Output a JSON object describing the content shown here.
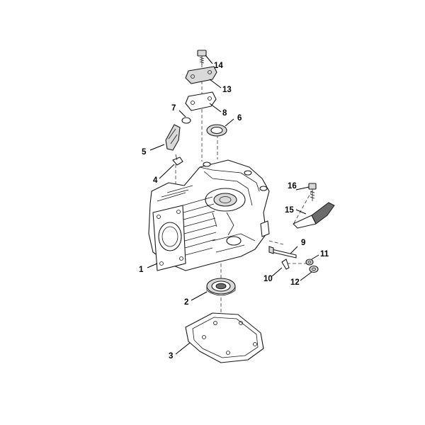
{
  "callouts": [
    {
      "id": "1",
      "label": "1"
    },
    {
      "id": "2",
      "label": "2"
    },
    {
      "id": "3",
      "label": "3"
    },
    {
      "id": "4",
      "label": "4"
    },
    {
      "id": "5",
      "label": "5"
    },
    {
      "id": "6",
      "label": "6"
    },
    {
      "id": "7",
      "label": "7"
    },
    {
      "id": "8",
      "label": "8"
    },
    {
      "id": "9",
      "label": "9"
    },
    {
      "id": "10",
      "label": "10"
    },
    {
      "id": "11",
      "label": "11"
    },
    {
      "id": "12",
      "label": "12"
    },
    {
      "id": "13",
      "label": "13"
    },
    {
      "id": "14",
      "label": "14"
    },
    {
      "id": "15",
      "label": "15"
    },
    {
      "id": "16",
      "label": "16"
    }
  ],
  "colors": {
    "line": "#1a1a1a",
    "background": "#ffffff",
    "shade": "#d9d9d9"
  }
}
